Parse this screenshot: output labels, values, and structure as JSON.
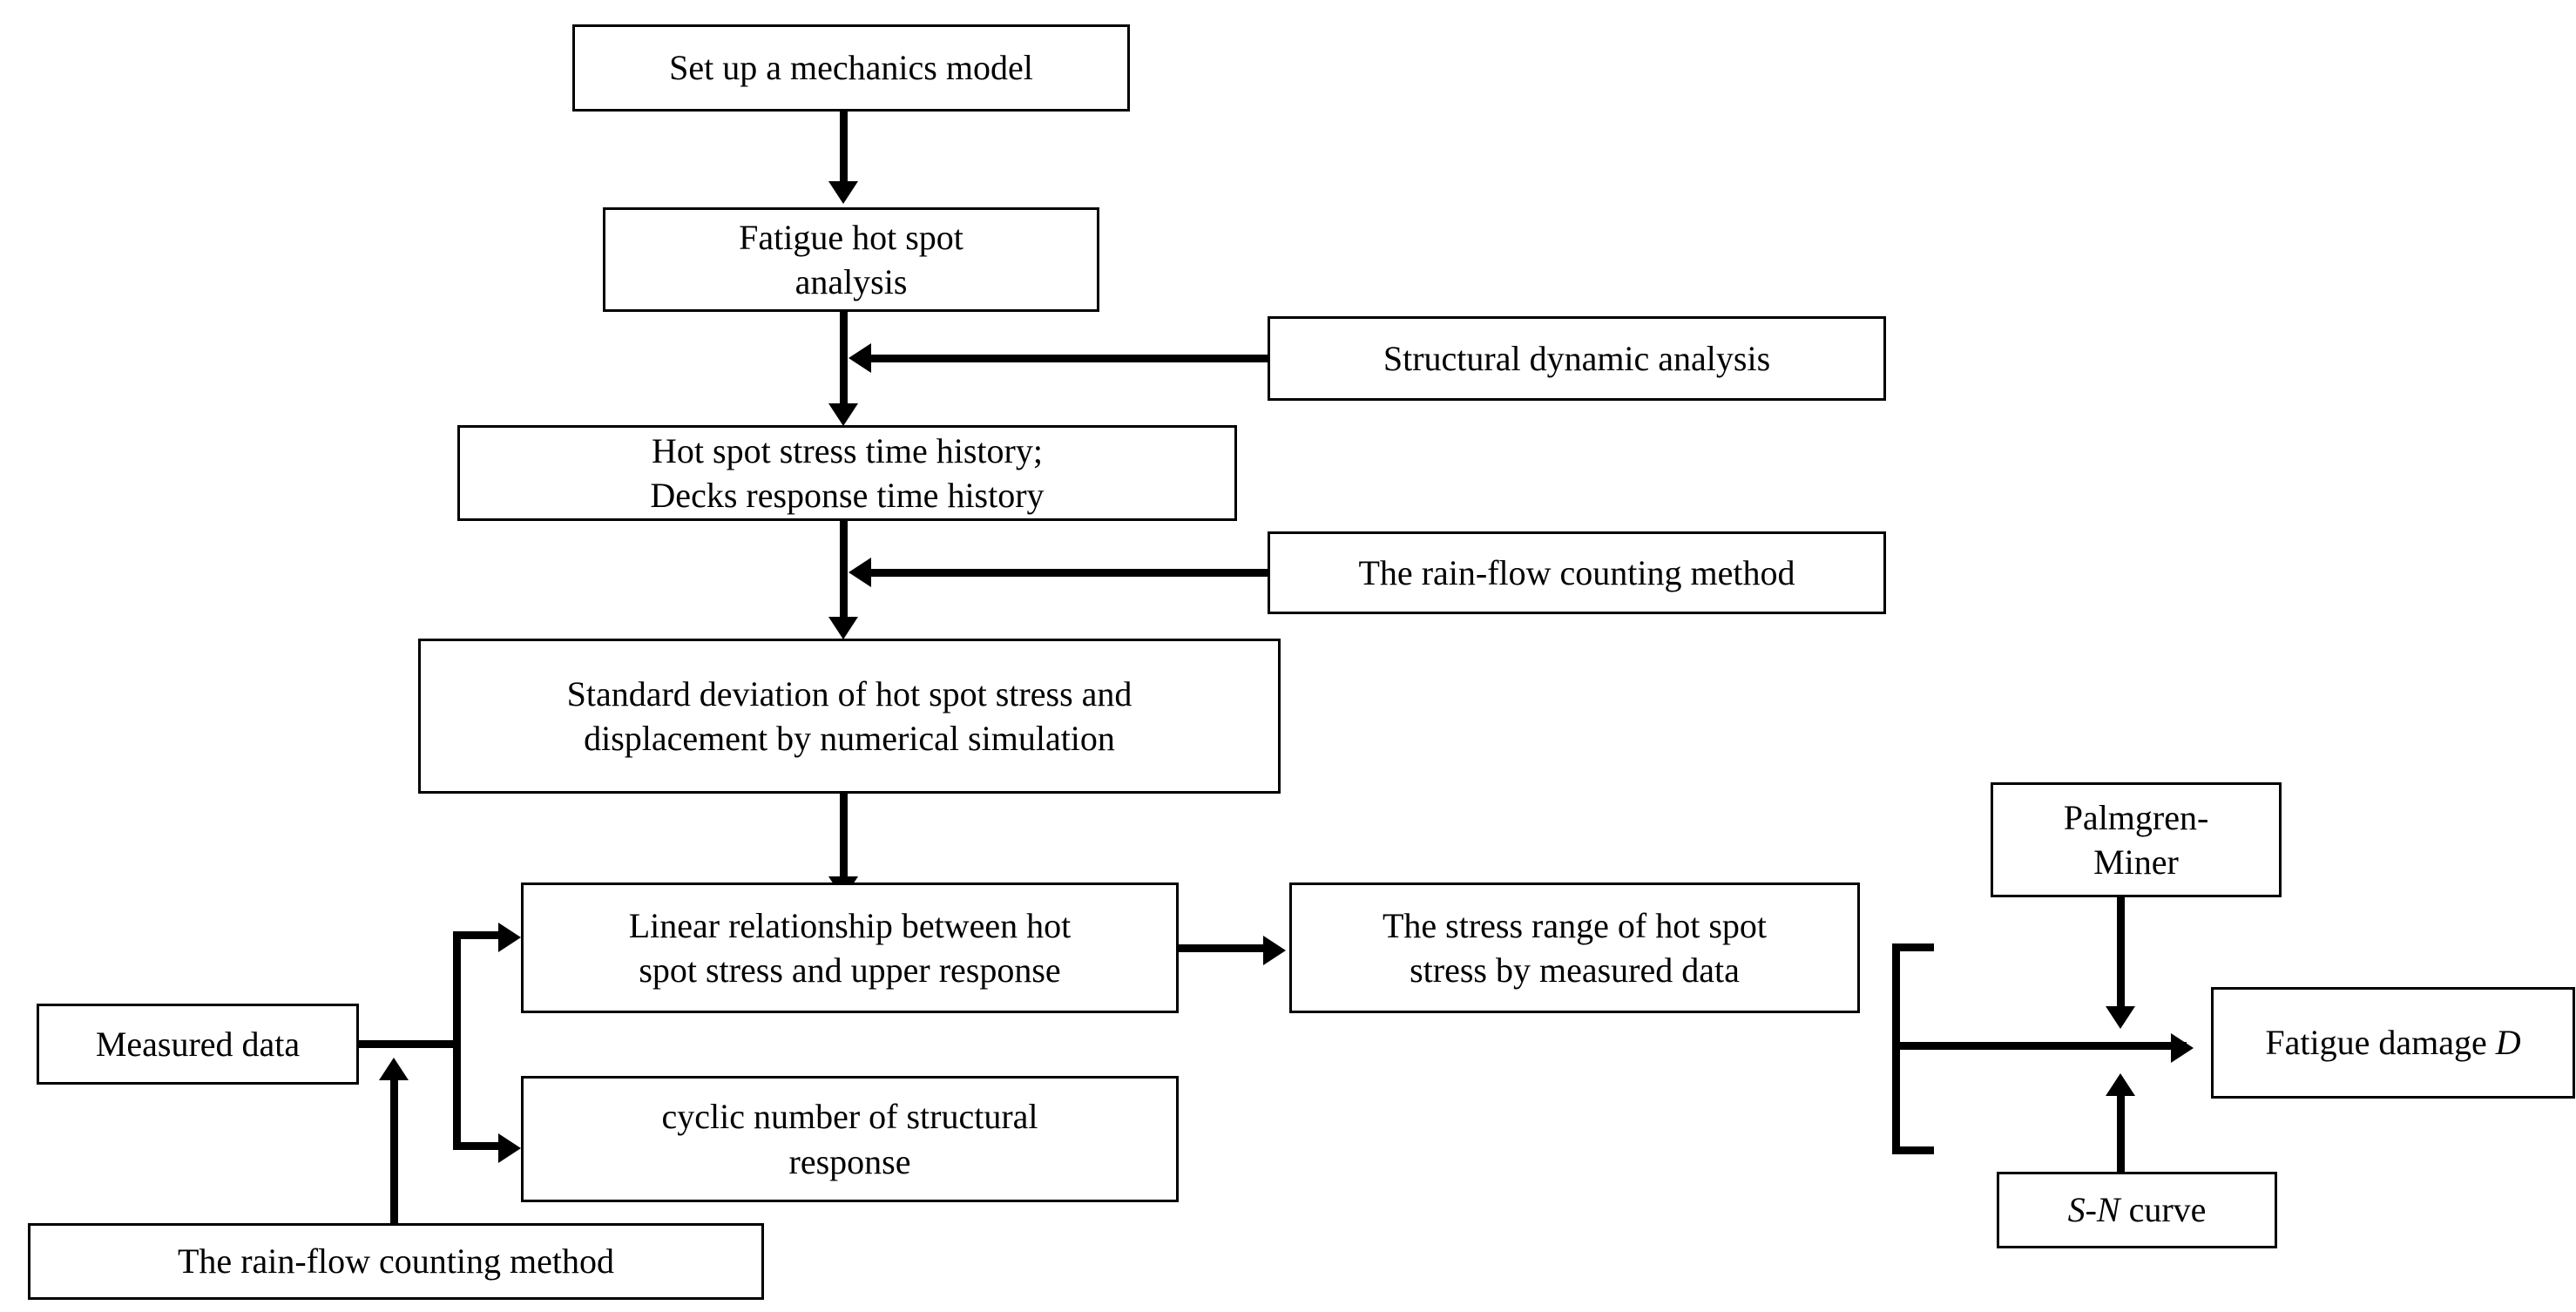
{
  "diagram": {
    "type": "flowchart",
    "title": "Fatigue damage assessment flowchart",
    "line_color": "#000000",
    "box_fill": "#ffffff",
    "nodes": [
      {
        "id": "setup",
        "label": "Set up a mechanics model"
      },
      {
        "id": "hotspot",
        "label": "Fatigue hot spot\nanalysis",
        "line1": "Fatigue hot spot",
        "line2": "analysis"
      },
      {
        "id": "structdyn",
        "label": "Structural dynamic analysis"
      },
      {
        "id": "timehistory",
        "label": "Hot spot stress time history;\nDecks response time history",
        "line1": "Hot spot stress time history;",
        "line2": "Decks response time history"
      },
      {
        "id": "rainflow1",
        "label": "The rain-flow counting method"
      },
      {
        "id": "stddev",
        "label": "Standard deviation of hot spot stress and\ndisplacement by numerical simulation",
        "line1": "Standard deviation of hot spot stress and",
        "line2": "displacement by numerical simulation"
      },
      {
        "id": "linear",
        "label": "Linear relationship between hot\nspot stress and upper response",
        "line1": "Linear relationship between hot",
        "line2": "spot stress and upper response"
      },
      {
        "id": "cyclic",
        "label": "cyclic number of structural\nresponse",
        "line1": "cyclic number of structural",
        "line2": "response"
      },
      {
        "id": "measured",
        "label": "Measured data"
      },
      {
        "id": "rainflow2",
        "label": "The rain-flow counting method"
      },
      {
        "id": "stressrange",
        "label": "The stress range of hot spot\nstress by measured data",
        "line1": "The stress range of hot spot",
        "line2": "stress by measured data"
      },
      {
        "id": "palmgren",
        "label": "Palmgren-\nMiner",
        "line1": "Palmgren-",
        "line2": "Miner"
      },
      {
        "id": "sncurve",
        "label": "S-N curve",
        "italic_part": "S-N",
        "plain_part": " curve"
      },
      {
        "id": "damage",
        "label": "Fatigue damage D",
        "plain_part": "Fatigue damage ",
        "italic_part": "D"
      }
    ],
    "edges": [
      {
        "from": "setup",
        "to": "hotspot",
        "direction": "down"
      },
      {
        "from": "hotspot",
        "to": "timehistory",
        "direction": "down"
      },
      {
        "from": "structdyn",
        "to": "hotspot-link",
        "direction": "left"
      },
      {
        "from": "timehistory",
        "to": "stddev",
        "direction": "down"
      },
      {
        "from": "rainflow1",
        "to": "stddev-link",
        "direction": "left"
      },
      {
        "from": "stddev",
        "to": "linear",
        "direction": "down"
      },
      {
        "from": "measured",
        "to": "linear",
        "direction": "right-branch"
      },
      {
        "from": "measured",
        "to": "cyclic",
        "direction": "right-branch"
      },
      {
        "from": "rainflow2",
        "to": "measured",
        "direction": "up"
      },
      {
        "from": "linear",
        "to": "stressrange",
        "direction": "right"
      },
      {
        "from": "stressrange",
        "to": "damage",
        "direction": "right-merge"
      },
      {
        "from": "cyclic",
        "to": "damage",
        "direction": "right-merge"
      },
      {
        "from": "palmgren",
        "to": "damage",
        "direction": "down"
      },
      {
        "from": "sncurve",
        "to": "damage",
        "direction": "up"
      }
    ]
  }
}
